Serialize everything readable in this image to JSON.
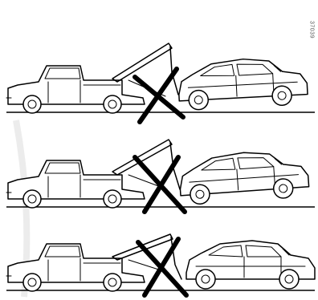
{
  "figure": {
    "reference_code": "37039",
    "scenes": [
      {
        "id": "scene-1",
        "prohibited": true
      },
      {
        "id": "scene-2",
        "prohibited": true
      },
      {
        "id": "scene-3",
        "prohibited": true
      }
    ]
  }
}
